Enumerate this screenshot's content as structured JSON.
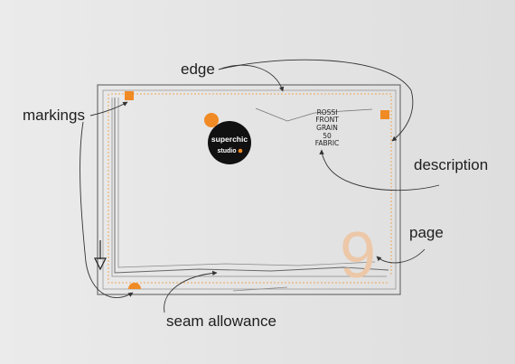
{
  "labels": {
    "edge": "edge",
    "markings": "markings",
    "description": "description",
    "page": "page",
    "seam_allowance": "seam allowance"
  },
  "description_lines": [
    "ROSSI",
    "FRONT",
    "GRAIN",
    "50",
    "FABRIC"
  ],
  "logo": {
    "line1": "superchic",
    "line2": "studio"
  },
  "page_number": "9",
  "colors": {
    "accent": "#f08a24",
    "outline": "#7a7a7a",
    "dashed": "#e4a055",
    "logo_bg": "#111111",
    "page_number": "#ecc8a8"
  },
  "icons": {
    "grain_arrow": "down-arrow-icon"
  }
}
